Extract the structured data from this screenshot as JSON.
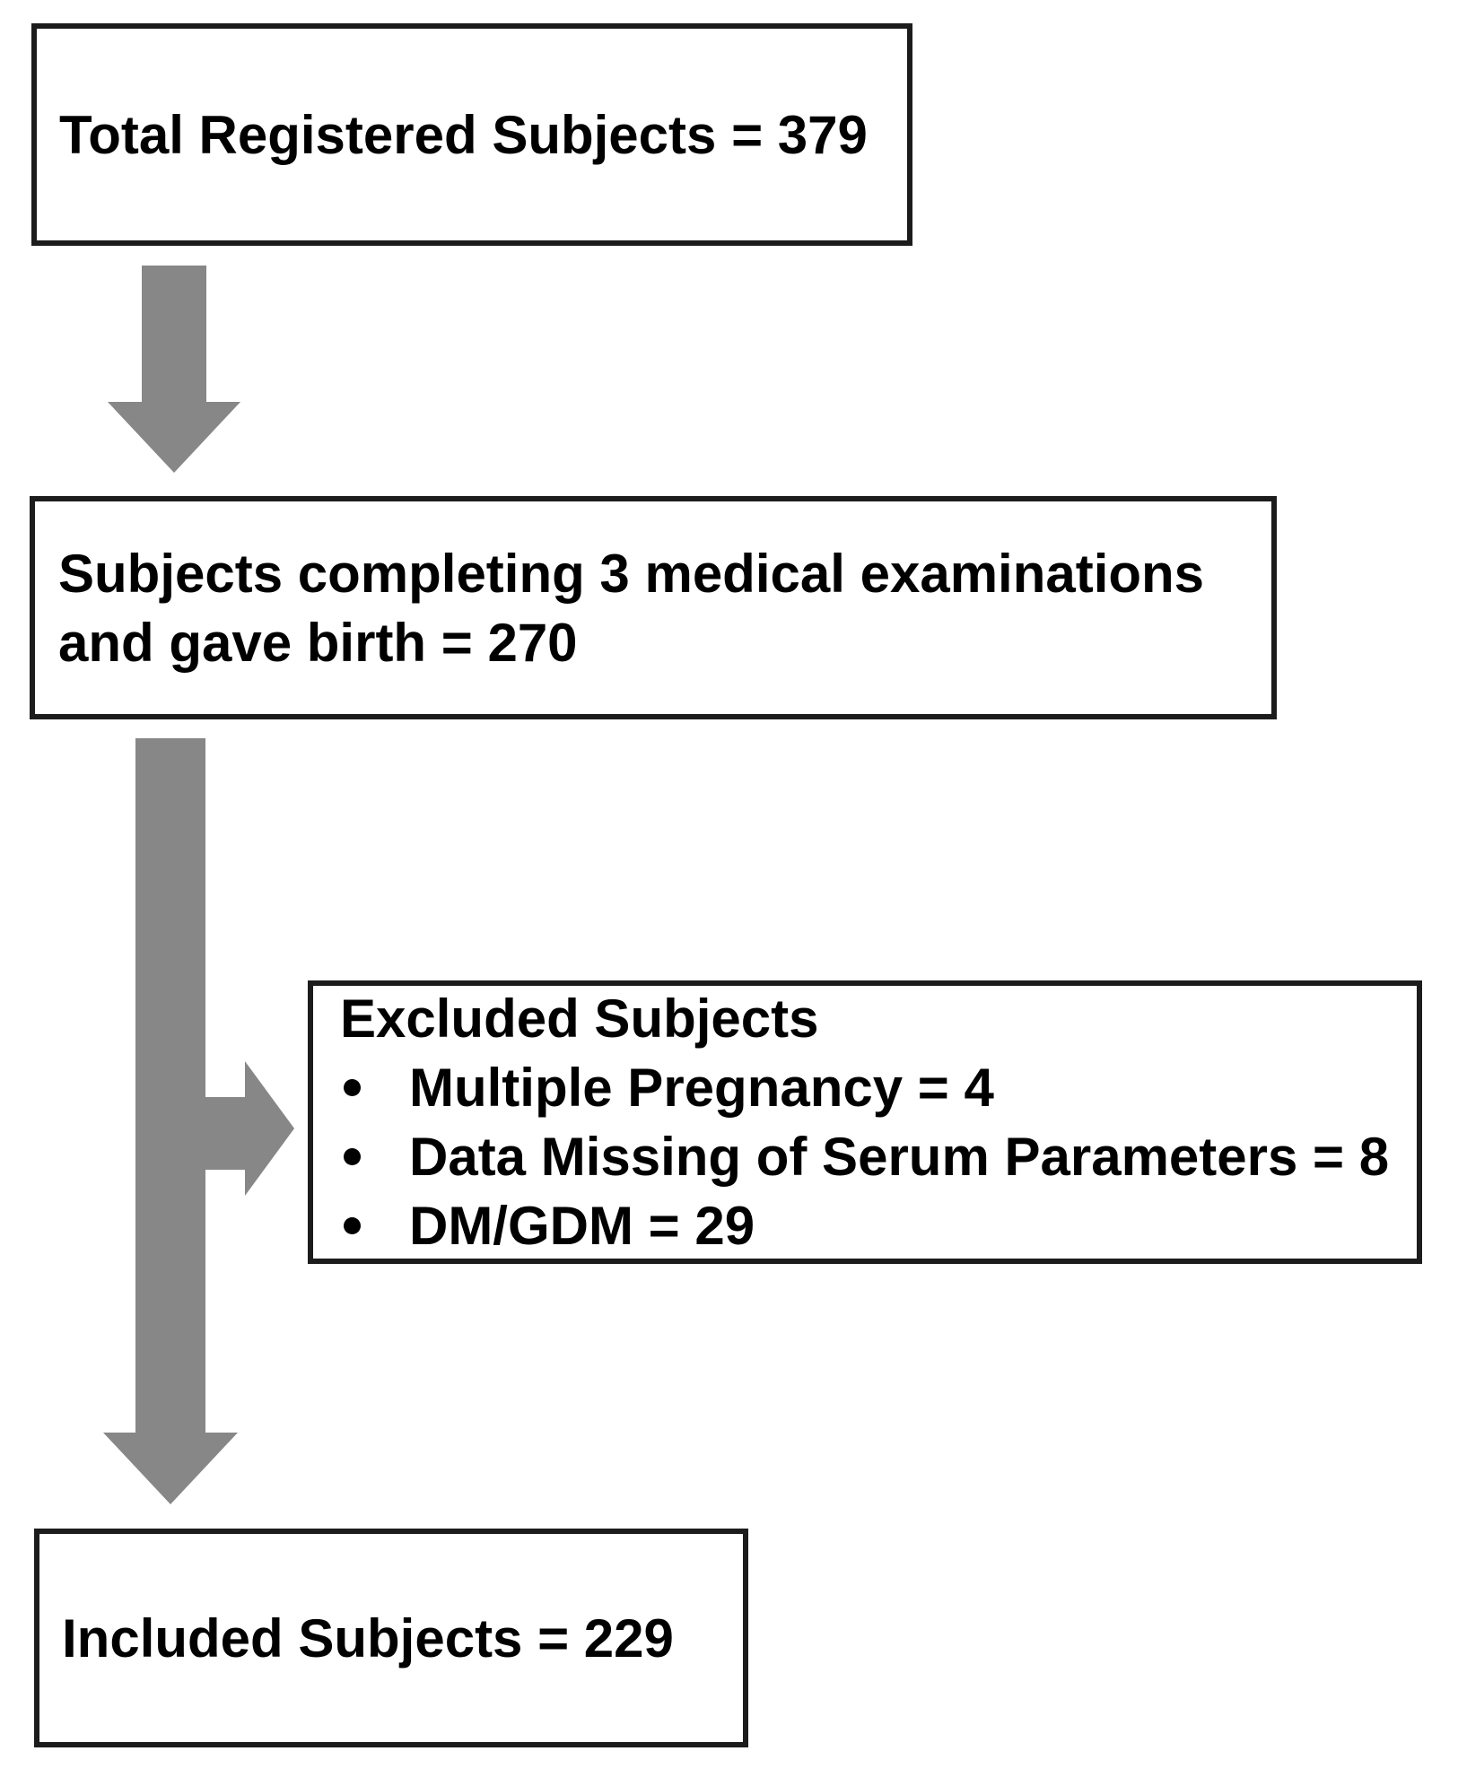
{
  "figure": {
    "type": "subject-selection-flowchart",
    "colors": {
      "background": "#ffffff",
      "arrow": "#878787",
      "box_border": "#1c1c1c",
      "text": "#000000"
    },
    "boxes": {
      "total_registered": {
        "label": "Total Registered Subjects = 379"
      },
      "completed_exams": {
        "line1": "Subjects completing 3 medical examinations",
        "line2": "and gave birth = 270"
      },
      "excluded": {
        "title": "Excluded Subjects",
        "items": [
          "Multiple Pregnancy = 4",
          "Data Missing of Serum Parameters = 8",
          "DM/GDM = 29"
        ]
      },
      "included": {
        "label": "Included Subjects = 229"
      }
    }
  }
}
